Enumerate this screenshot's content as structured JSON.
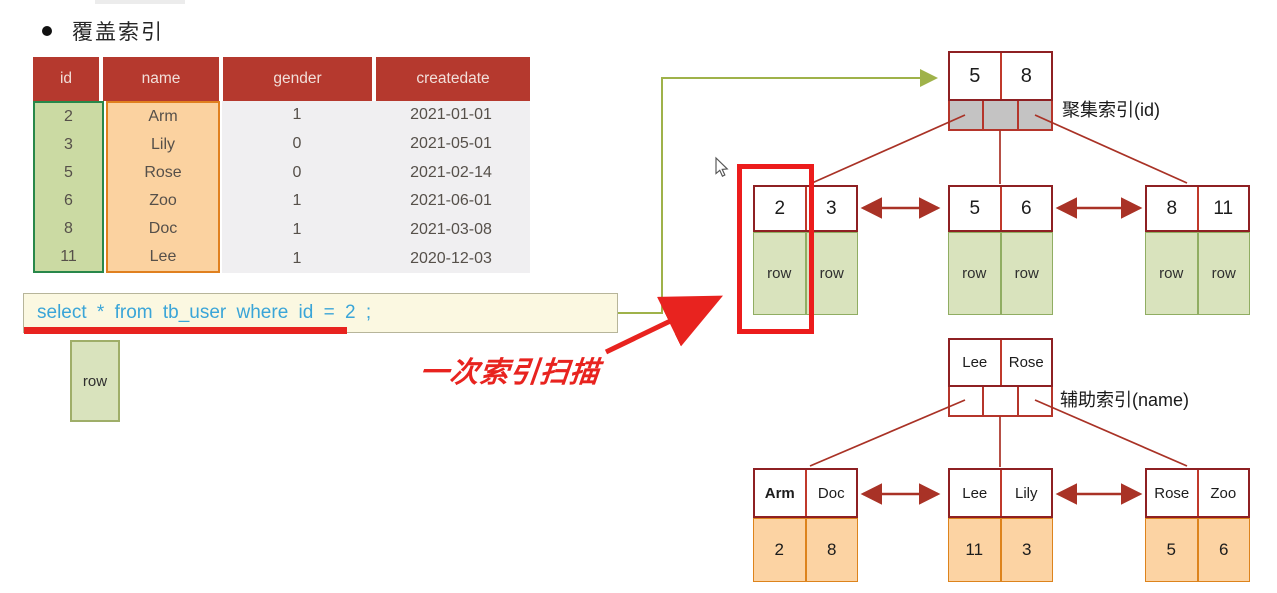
{
  "title": "覆盖索引",
  "table": {
    "headers": [
      "id",
      "name",
      "gender",
      "createdate"
    ],
    "rows": [
      [
        "2",
        "Arm",
        "1",
        "2021-01-01"
      ],
      [
        "3",
        "Lily",
        "0",
        "2021-05-01"
      ],
      [
        "5",
        "Rose",
        "0",
        "2021-02-14"
      ],
      [
        "6",
        "Zoo",
        "1",
        "2021-06-01"
      ],
      [
        "8",
        "Doc",
        "1",
        "2021-03-08"
      ],
      [
        "11",
        "Lee",
        "1",
        "2020-12-03"
      ]
    ]
  },
  "sql": {
    "text": "select * from tb_user where id = 2 ;"
  },
  "annotation": {
    "scan_label": "一次索引扫描"
  },
  "standalone_row_label": "row",
  "clustered_index": {
    "label": "聚集索引(id)",
    "root_keys": [
      "5",
      "8"
    ],
    "leaves": [
      {
        "keys": [
          "2",
          "3"
        ],
        "values": [
          "row",
          "row"
        ],
        "bold_key_index": null
      },
      {
        "keys": [
          "5",
          "6"
        ],
        "values": [
          "row",
          "row"
        ],
        "bold_key_index": null
      },
      {
        "keys": [
          "8",
          "11"
        ],
        "values": [
          "row",
          "row"
        ],
        "bold_key_index": null
      }
    ]
  },
  "secondary_index": {
    "label": "辅助索引(name)",
    "root_keys": [
      "Lee",
      "Rose"
    ],
    "leaves": [
      {
        "keys": [
          "Arm",
          "Doc"
        ],
        "values": [
          "2",
          "8"
        ],
        "bold_key_index": 0
      },
      {
        "keys": [
          "Lee",
          "Lily"
        ],
        "values": [
          "11",
          "3"
        ],
        "bold_key_index": null
      },
      {
        "keys": [
          "Rose",
          "Zoo"
        ],
        "values": [
          "5",
          "6"
        ],
        "bold_key_index": null
      }
    ]
  },
  "colors": {
    "header_red": "#b5392e",
    "id_column_green": "#cbdaa3",
    "id_column_border": "#28874a",
    "name_column_orange": "#fbd2a0",
    "name_column_border": "#e0801f",
    "sql_text_blue": "#3aa5d8",
    "highlight_red": "#ec1c1c",
    "tree_link_red": "#a93226",
    "query_arrow_green": "#9fb24a"
  }
}
